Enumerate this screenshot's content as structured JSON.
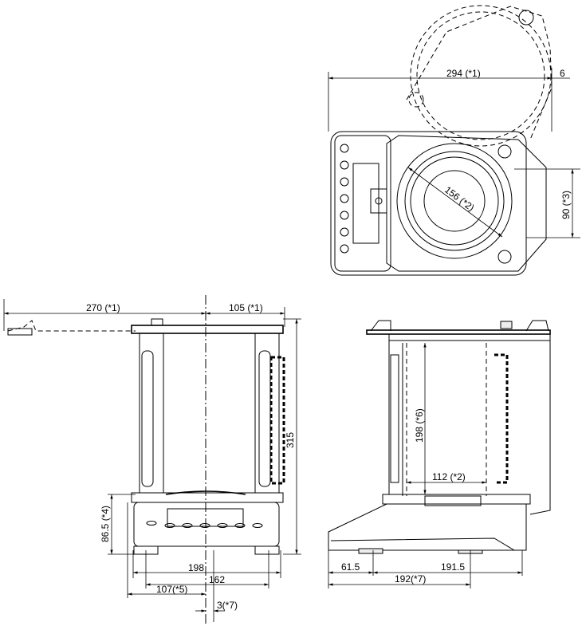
{
  "title": "Balance dimension drawing",
  "top_view": {
    "width_label": "294 (*1)",
    "offset_label": "6",
    "pan_label": "156 (*2)",
    "depth_label": "90 (*3)"
  },
  "front_view": {
    "left_reach_label": "270 (*1)",
    "right_reach_label": "105 (*1)",
    "height_label": "315",
    "base_height_label": "86.5 (*4)",
    "width_label": "198",
    "foot_span_label": "162",
    "center_label": "107(*5)",
    "offset_label": "3(*7)"
  },
  "side_view": {
    "chamber_height_label": "198 (*6)",
    "chamber_width_label": "112 (*2)",
    "front_label": "61.5",
    "rear_label": "191.5",
    "depth_label": "192(*7)"
  }
}
